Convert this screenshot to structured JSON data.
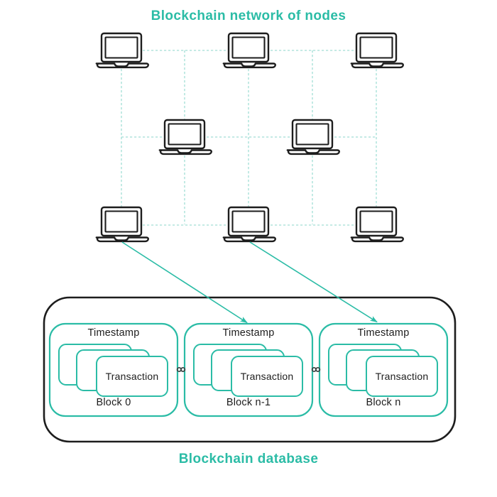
{
  "titles": {
    "network": "Blockchain network of nodes",
    "database": "Blockchain database"
  },
  "colors": {
    "teal": "#2bbca6",
    "teal_light": "#a2ded5",
    "ink": "#1d1d1d",
    "link_icon": "#3a4444",
    "background": "#ffffff"
  },
  "network": {
    "node_icon": "laptop-icon",
    "node_rows": [
      3,
      2,
      3
    ],
    "connection_style": "dashed-grid"
  },
  "database": {
    "blocks": [
      {
        "timestamp_label": "Timestamp",
        "transaction_label": "Transaction",
        "name": "Block 0"
      },
      {
        "timestamp_label": "Timestamp",
        "transaction_label": "Transaction",
        "name": "Block n-1"
      },
      {
        "timestamp_label": "Timestamp",
        "transaction_label": "Transaction",
        "name": "Block n"
      }
    ],
    "between_blocks_icon": "chain-link-icon"
  }
}
